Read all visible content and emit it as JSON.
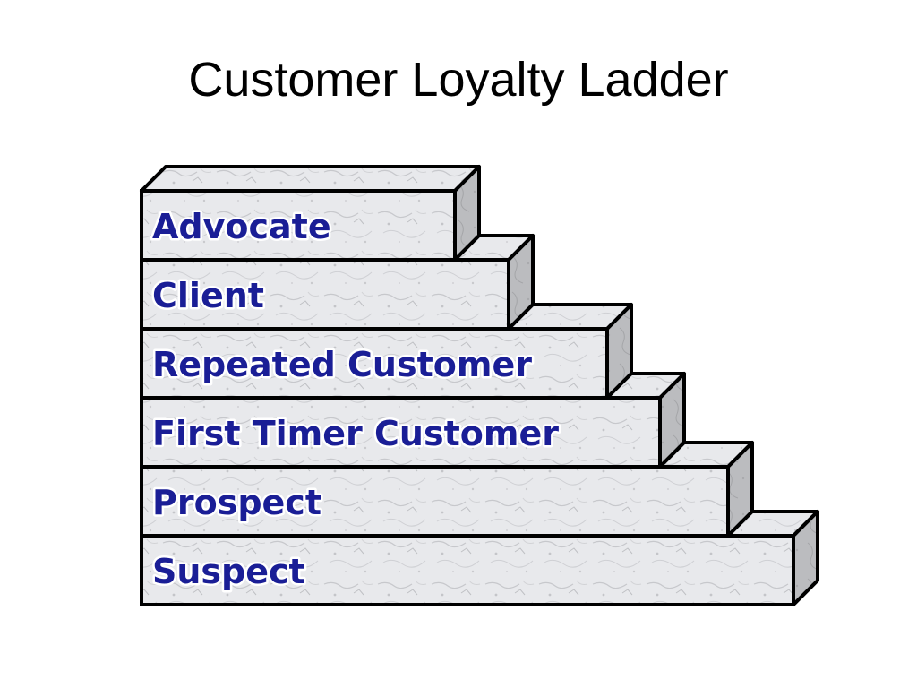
{
  "title": "Customer Loyalty Ladder",
  "ladder": {
    "steps": [
      {
        "label": "Advocate"
      },
      {
        "label": "Client"
      },
      {
        "label": "Repeated Customer"
      },
      {
        "label": "First Timer Customer"
      },
      {
        "label": "Prospect"
      },
      {
        "label": "Suspect"
      }
    ]
  },
  "colors": {
    "label_text": "#1a1e96",
    "outline": "#000000",
    "block_face": "#e6e7ea",
    "block_top": "#d8d9dc",
    "block_side": "#b9babd"
  }
}
